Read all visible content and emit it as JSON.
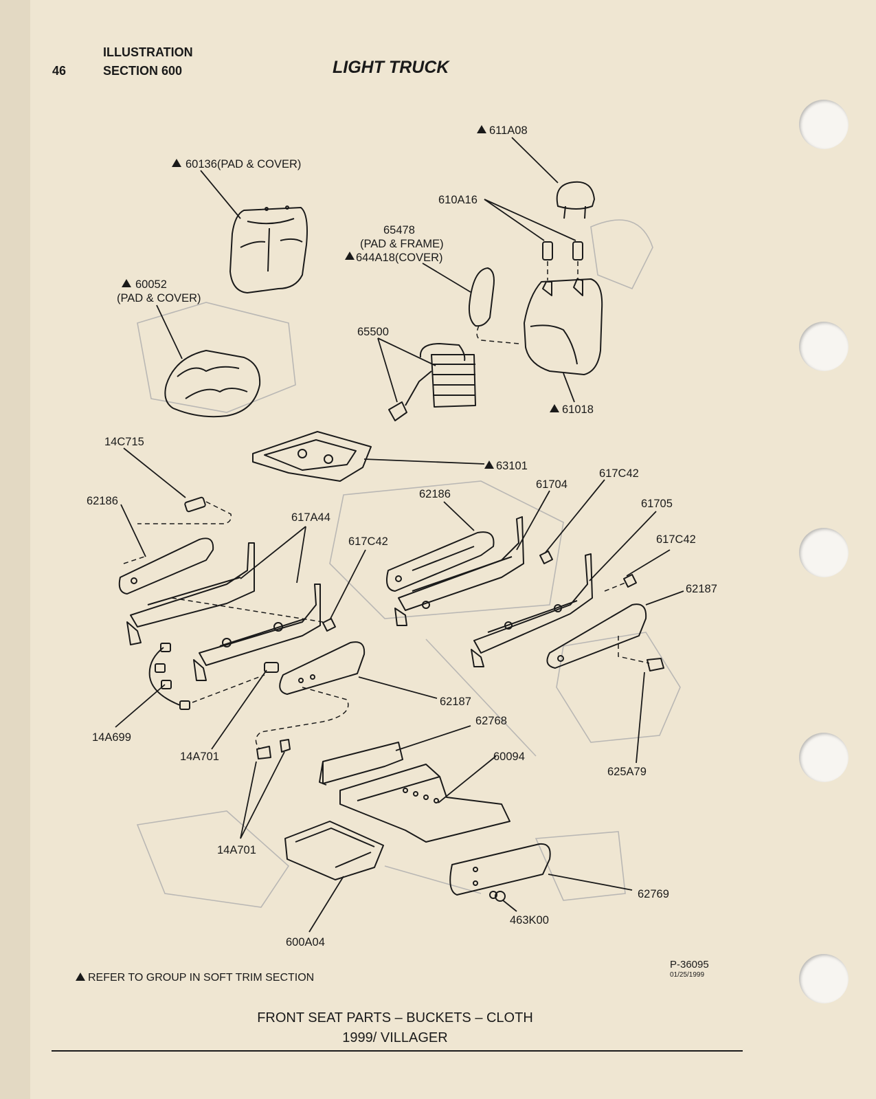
{
  "header": {
    "page_number": "46",
    "section_line1": "ILLUSTRATION",
    "section_line2": "SECTION 600",
    "title": "LIGHT TRUCK"
  },
  "callouts": {
    "c611A08": "611A08",
    "c60136": "60136(PAD & COVER)",
    "c610A16": "610A16",
    "c65478": "65478",
    "c65478_pad": "(PAD & FRAME)",
    "c644A18": "644A18(COVER)",
    "c60052": "60052",
    "c60052_pad": "(PAD & COVER)",
    "c65500": "65500",
    "c61018": "61018",
    "c14C715": "14C715",
    "c63101": "63101",
    "c62186_left": "62186",
    "c617C42_top": "617C42",
    "c61704": "61704",
    "c62186_right": "62186",
    "c617A44": "617A44",
    "c61705": "61705",
    "c617C42_left": "617C42",
    "c617C42_right": "617C42",
    "c62187_right": "62187",
    "c62187_center": "62187",
    "c62768": "62768",
    "c14A699": "14A699",
    "c14A701_mid": "14A701",
    "c60094": "60094",
    "c625A79": "625A79",
    "c14A701_low": "14A701",
    "c62769": "62769",
    "c463K00": "463K00",
    "c600A04": "600A04"
  },
  "footer": {
    "note": "REFER TO GROUP IN SOFT TRIM SECTION",
    "illustration_number": "P-36095",
    "illustration_date": "01/25/1999",
    "caption_line1": "FRONT SEAT PARTS – BUCKETS – CLOTH",
    "caption_line2": "1999/ VILLAGER"
  }
}
